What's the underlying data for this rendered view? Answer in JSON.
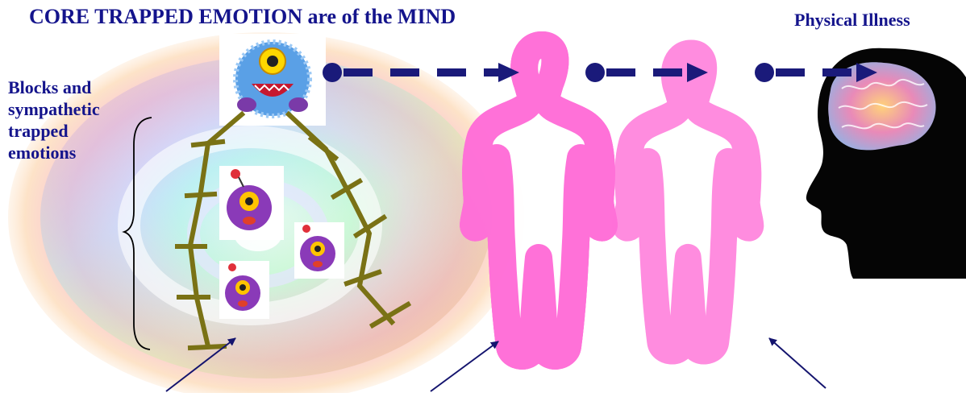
{
  "title": "CORE TRAPPED EMOTION are of the MIND",
  "physical_label": "Physical Illness",
  "blocks_label": [
    "Blocks and",
    "sympathetic",
    "trapped",
    "emotions"
  ],
  "colors": {
    "text": "#14148c",
    "dashed_arrow": "#1a1a7a",
    "block_lines": "#7a7215",
    "pointer_arrows": "#14146e"
  },
  "icons": {
    "core_monster": "blue-furry-monster-icon",
    "small_monsters": "purple-monster-icon",
    "aura_body": "rainbow-aura-body-icon",
    "outlined_body": "outlined-body-icon",
    "head": "head-with-brain-icon"
  }
}
